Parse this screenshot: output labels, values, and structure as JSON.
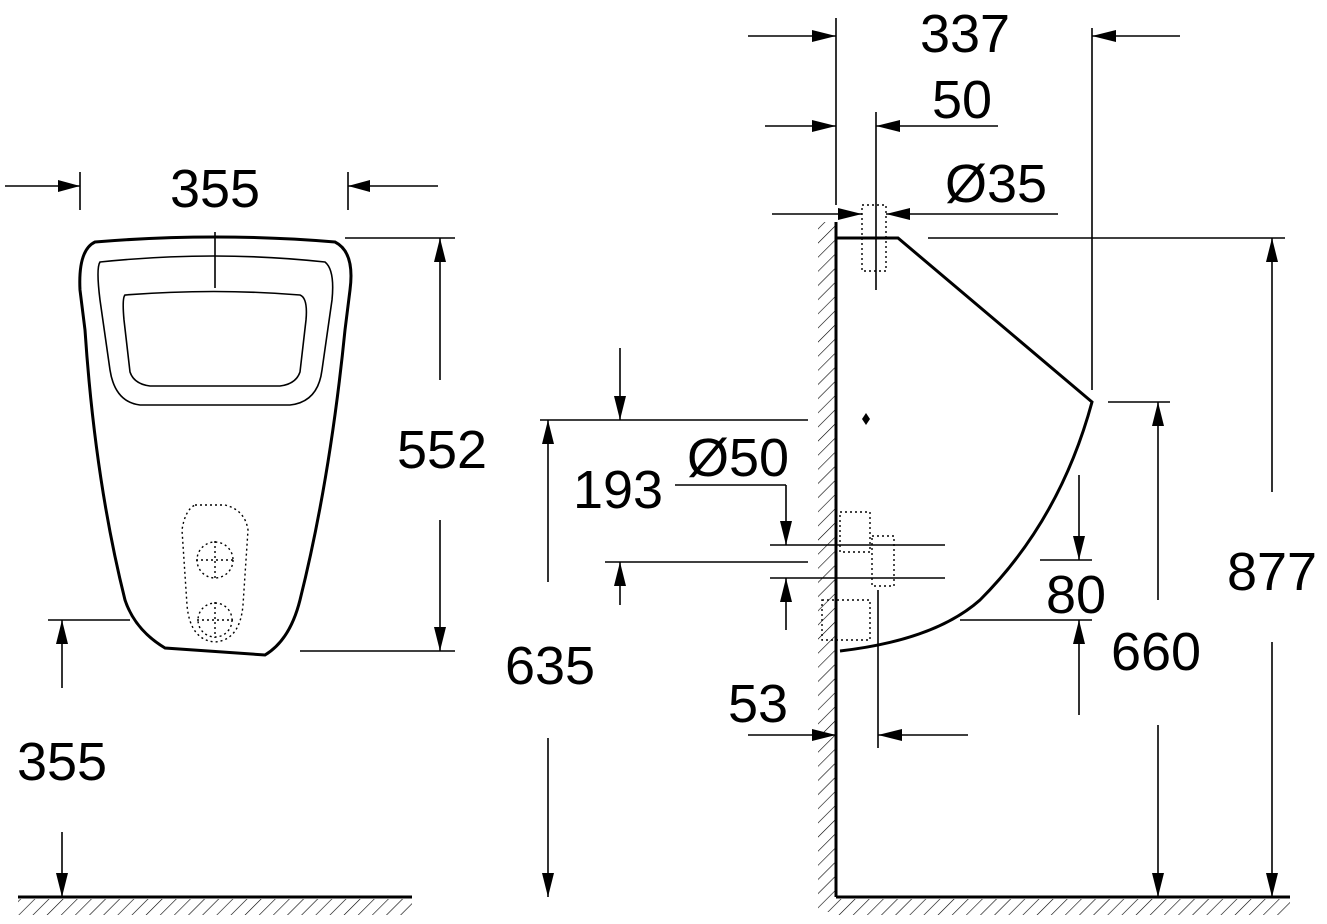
{
  "front_view": {
    "width": "355",
    "height": "552",
    "floor_clearance": "355"
  },
  "side_view": {
    "depth": "337",
    "inlet_offset": "50",
    "inlet_diameter": "Ø35",
    "outlet_diameter": "Ø50",
    "outlet_height_from_rim": "193",
    "outlet_center_height": "635",
    "wall_to_outlet": "53",
    "lip_drop": "80",
    "lip_height": "660",
    "total_height": "877"
  }
}
